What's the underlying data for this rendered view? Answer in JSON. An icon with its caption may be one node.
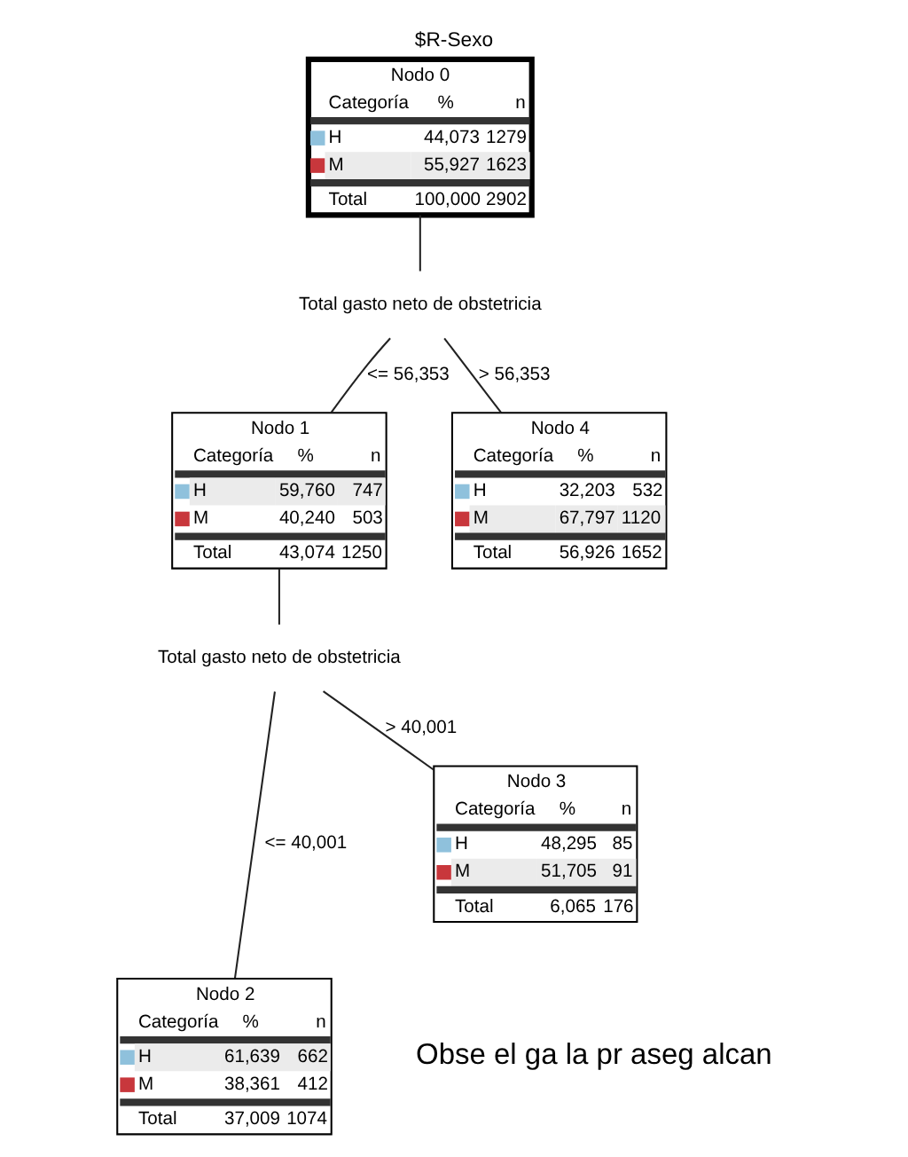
{
  "diagram": {
    "title": "$R-Sexo",
    "nodes": [
      {
        "text": [
          "Nodo 0",
          "Categoría",
          "%",
          "n",
          "H",
          "44,073",
          "1279",
          "M",
          "55,927",
          "1623",
          "Total",
          "100,000",
          "2902"
        ]
      },
      {
        "text": [
          "Total gasto neto de obstetricia"
        ]
      },
      {
        "text": [
          "Nodo 1",
          "Categoría",
          "%",
          "n",
          "H",
          "59,760",
          "747",
          "M",
          "40,240",
          "503",
          "Total",
          "43,074",
          "1250"
        ]
      },
      {
        "text": [
          "Nodo 4",
          "Categoría",
          "%",
          "n",
          "H",
          "32,203",
          "532",
          "M",
          "67,797",
          "1120",
          "Total",
          "56,926",
          "1652"
        ]
      },
      {
        "text": [
          "Total gasto neto de obstetricia"
        ]
      },
      {
        "text": [
          "Nodo 2",
          "Categoría",
          "%",
          "n",
          "H",
          "61,639",
          "662",
          "M",
          "38,361",
          "412",
          "Total",
          "37,009",
          "1074"
        ]
      },
      {
        "text": [
          "Nodo 3",
          "Categoría",
          "%",
          "n",
          "H",
          "48,295",
          "85",
          "M",
          "51,705",
          "91",
          "Total",
          "6,065",
          "176"
        ]
      }
    ],
    "edges": [
      {
        "from": 0,
        "to": 1,
        "arrow": "none"
      },
      {
        "from": 1,
        "to": 2,
        "arrow": "none",
        "label": "<= 56,353"
      },
      {
        "from": 1,
        "to": 3,
        "arrow": "none",
        "label": "> 56,353"
      },
      {
        "from": 2,
        "to": 4,
        "arrow": "none"
      },
      {
        "from": 4,
        "to": 5,
        "arrow": "none",
        "label": "<= 40,001"
      },
      {
        "from": 4,
        "to": 6,
        "arrow": "none",
        "label": "> 40,001"
      }
    ],
    "labels": [
      "Obse el ga la pr aseg alcan"
    ]
  }
}
